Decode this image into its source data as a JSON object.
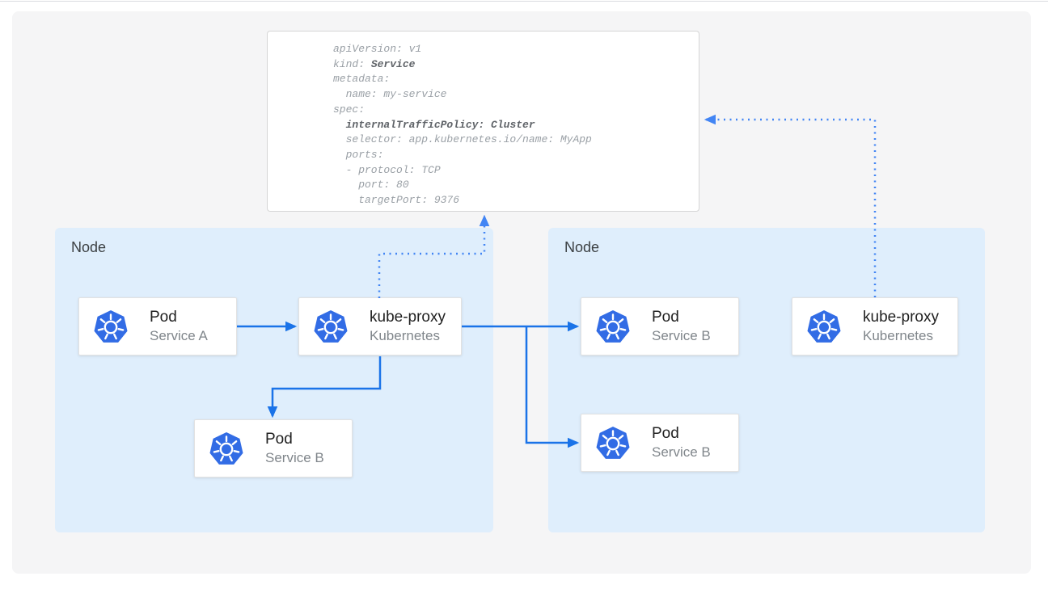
{
  "colors": {
    "panel_bg": "#f5f5f6",
    "node_bg": "#dfeefc",
    "solid_arrow": "#1a73e8",
    "dotted_arrow": "#4285f4",
    "kubernetes_blue": "#326ce5",
    "card_border": "#e2e2e2",
    "yaml_border": "#d6d6d6",
    "yaml_text": "#9aa0a6",
    "yaml_bold_text": "#5f6368",
    "title_text": "#212121",
    "subtitle_text": "#80868b",
    "node_label_text": "#3c4043",
    "top_divider": "#dadce0"
  },
  "yaml": {
    "lines": [
      [
        {
          "t": "apiVersion: v1",
          "b": false
        }
      ],
      [
        {
          "t": "kind: ",
          "b": false
        },
        {
          "t": "Service",
          "b": true
        }
      ],
      [
        {
          "t": "metadata:",
          "b": false
        }
      ],
      [
        {
          "t": "  name: my-service",
          "b": false
        }
      ],
      [
        {
          "t": "spec:",
          "b": false
        }
      ],
      [
        {
          "t": "  ",
          "b": false
        },
        {
          "t": "internalTrafficPolicy: Cluster",
          "b": true
        }
      ],
      [
        {
          "t": "  selector: app.kubernetes.io/name: MyApp",
          "b": false
        }
      ],
      [
        {
          "t": "  ports:",
          "b": false
        }
      ],
      [
        {
          "t": "  - protocol: TCP",
          "b": false
        }
      ],
      [
        {
          "t": "    port: 80",
          "b": false
        }
      ],
      [
        {
          "t": "    targetPort: 9376",
          "b": false
        }
      ]
    ]
  },
  "nodes": [
    {
      "label": "Node"
    },
    {
      "label": "Node"
    }
  ],
  "cards": [
    {
      "id": "pod-service-a",
      "title": "Pod",
      "subtitle": "Service A",
      "icon": "kubernetes-icon"
    },
    {
      "id": "kube-proxy-left",
      "title": "kube-proxy",
      "subtitle": "Kubernetes",
      "icon": "kubernetes-icon"
    },
    {
      "id": "pod-service-b-left",
      "title": "Pod",
      "subtitle": "Service B",
      "icon": "kubernetes-icon"
    },
    {
      "id": "pod-service-b-right-top",
      "title": "Pod",
      "subtitle": "Service B",
      "icon": "kubernetes-icon"
    },
    {
      "id": "pod-service-b-right-bottom",
      "title": "Pod",
      "subtitle": "Service B",
      "icon": "kubernetes-icon"
    },
    {
      "id": "kube-proxy-right",
      "title": "kube-proxy",
      "subtitle": "Kubernetes",
      "icon": "kubernetes-icon"
    }
  ]
}
